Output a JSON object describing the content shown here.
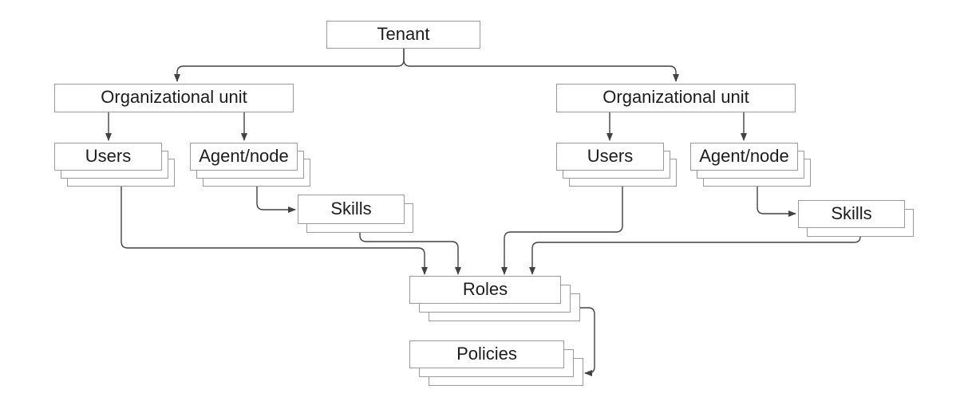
{
  "diagram": {
    "nodes": {
      "tenant": {
        "label": "Tenant"
      },
      "org_unit_left": {
        "label": "Organizational unit"
      },
      "org_unit_right": {
        "label": "Organizational unit"
      },
      "users_left": {
        "label": "Users"
      },
      "agent_node_left": {
        "label": "Agent/node"
      },
      "skills_left": {
        "label": "Skills"
      },
      "users_right": {
        "label": "Users"
      },
      "agent_node_right": {
        "label": "Agent/node"
      },
      "skills_right": {
        "label": "Skills"
      },
      "roles": {
        "label": "Roles"
      },
      "policies": {
        "label": "Policies"
      }
    },
    "edges": [
      {
        "from": "Tenant",
        "to": "Organizational unit (left)"
      },
      {
        "from": "Tenant",
        "to": "Organizational unit (right)"
      },
      {
        "from": "Organizational unit (left)",
        "to": "Users (left)"
      },
      {
        "from": "Organizational unit (left)",
        "to": "Agent/node (left)"
      },
      {
        "from": "Agent/node (left)",
        "to": "Skills (left)"
      },
      {
        "from": "Organizational unit (right)",
        "to": "Users (right)"
      },
      {
        "from": "Organizational unit (right)",
        "to": "Agent/node (right)"
      },
      {
        "from": "Agent/node (right)",
        "to": "Skills (right)"
      },
      {
        "from": "Users (left)",
        "to": "Roles"
      },
      {
        "from": "Skills (left)",
        "to": "Roles"
      },
      {
        "from": "Users (right)",
        "to": "Roles"
      },
      {
        "from": "Skills (right)",
        "to": "Roles"
      },
      {
        "from": "Roles",
        "to": "Policies"
      }
    ],
    "colors": {
      "background": "#ffffff",
      "box_fill": "#ffffff",
      "box_border": "#9b9b9b",
      "connector": "#424242",
      "text": "#1c1c1c"
    }
  }
}
